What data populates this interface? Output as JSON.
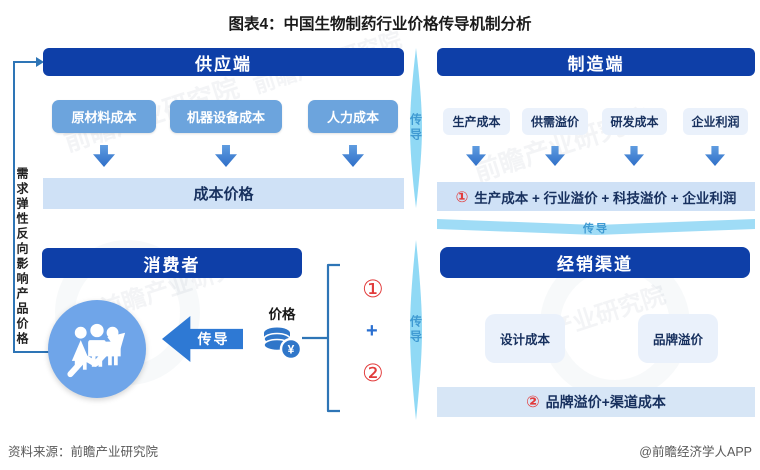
{
  "title": "图表4：中国生物制药行业价格传导机制分析",
  "watermark": "前瞻产业研究院",
  "feedback": {
    "label": "需求弹性反向影响产品价格"
  },
  "supply": {
    "header": "供应端",
    "boxes": [
      "原材料成本",
      "机器设备成本",
      "人力成本"
    ],
    "result": "成本价格"
  },
  "manufacturing": {
    "header": "制造端",
    "boxes": [
      "生产成本",
      "供需溢价",
      "研发成本",
      "企业利润"
    ],
    "result_num": "①",
    "result": "生产成本 + 行业溢价 + 科技溢价 + 企业利润"
  },
  "distribution": {
    "header": "经销渠道",
    "boxes": [
      "设计成本",
      "品牌溢价"
    ],
    "result_num": "②",
    "result": "品牌溢价+渠道成本"
  },
  "consumer": {
    "header": "消费者",
    "price_label": "价格",
    "arrow_label": "传导",
    "sum_first": "①",
    "sum_plus": "+",
    "sum_second": "②"
  },
  "bands": {
    "top": "传导",
    "middle": "传导",
    "bottom": "传导"
  },
  "footer": {
    "source": "资料来源：前瞻产业研究院",
    "credit": "@前瞻经济学人APP"
  },
  "colors": {
    "header_blue": "#0e3fa8",
    "box_blue": "#6ca4dd",
    "arrow_blue": "#2e79d4",
    "light_bar": "#cfe1f6",
    "pale_box": "#eaf1fb",
    "band_cyan": "#90d9f5",
    "line_blue": "#2e75b6",
    "number_red": "#e23b3b"
  }
}
